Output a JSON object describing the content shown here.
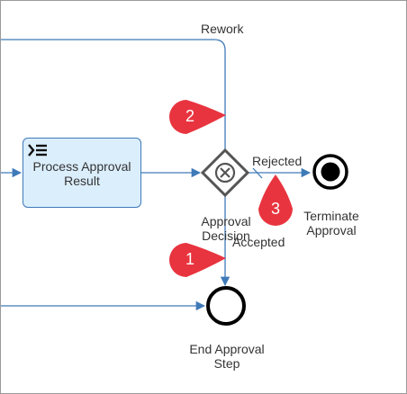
{
  "diagram": {
    "flow_labels": {
      "rework": "Rework",
      "rejected": "Rejected",
      "accepted": "Accepted"
    },
    "task": {
      "label": "Process Approval Result",
      "icon": "business-rule-icon"
    },
    "gateway": {
      "label": "Approval Decision",
      "icon": "exclusive-gateway-x-icon"
    },
    "terminate_event": {
      "label": "Terminate Approval"
    },
    "end_event": {
      "label": "End Approval Step"
    },
    "markers": [
      {
        "number": "2",
        "color": "#e8343f"
      },
      {
        "number": "3",
        "color": "#e8343f"
      },
      {
        "number": "1",
        "color": "#e8343f"
      }
    ],
    "colors": {
      "flow_line": "#3f7ab8",
      "task_fill": "#dbeefc",
      "gateway_stroke": "#555555",
      "event_stroke": "#000000",
      "marker": "#e8343f"
    }
  }
}
